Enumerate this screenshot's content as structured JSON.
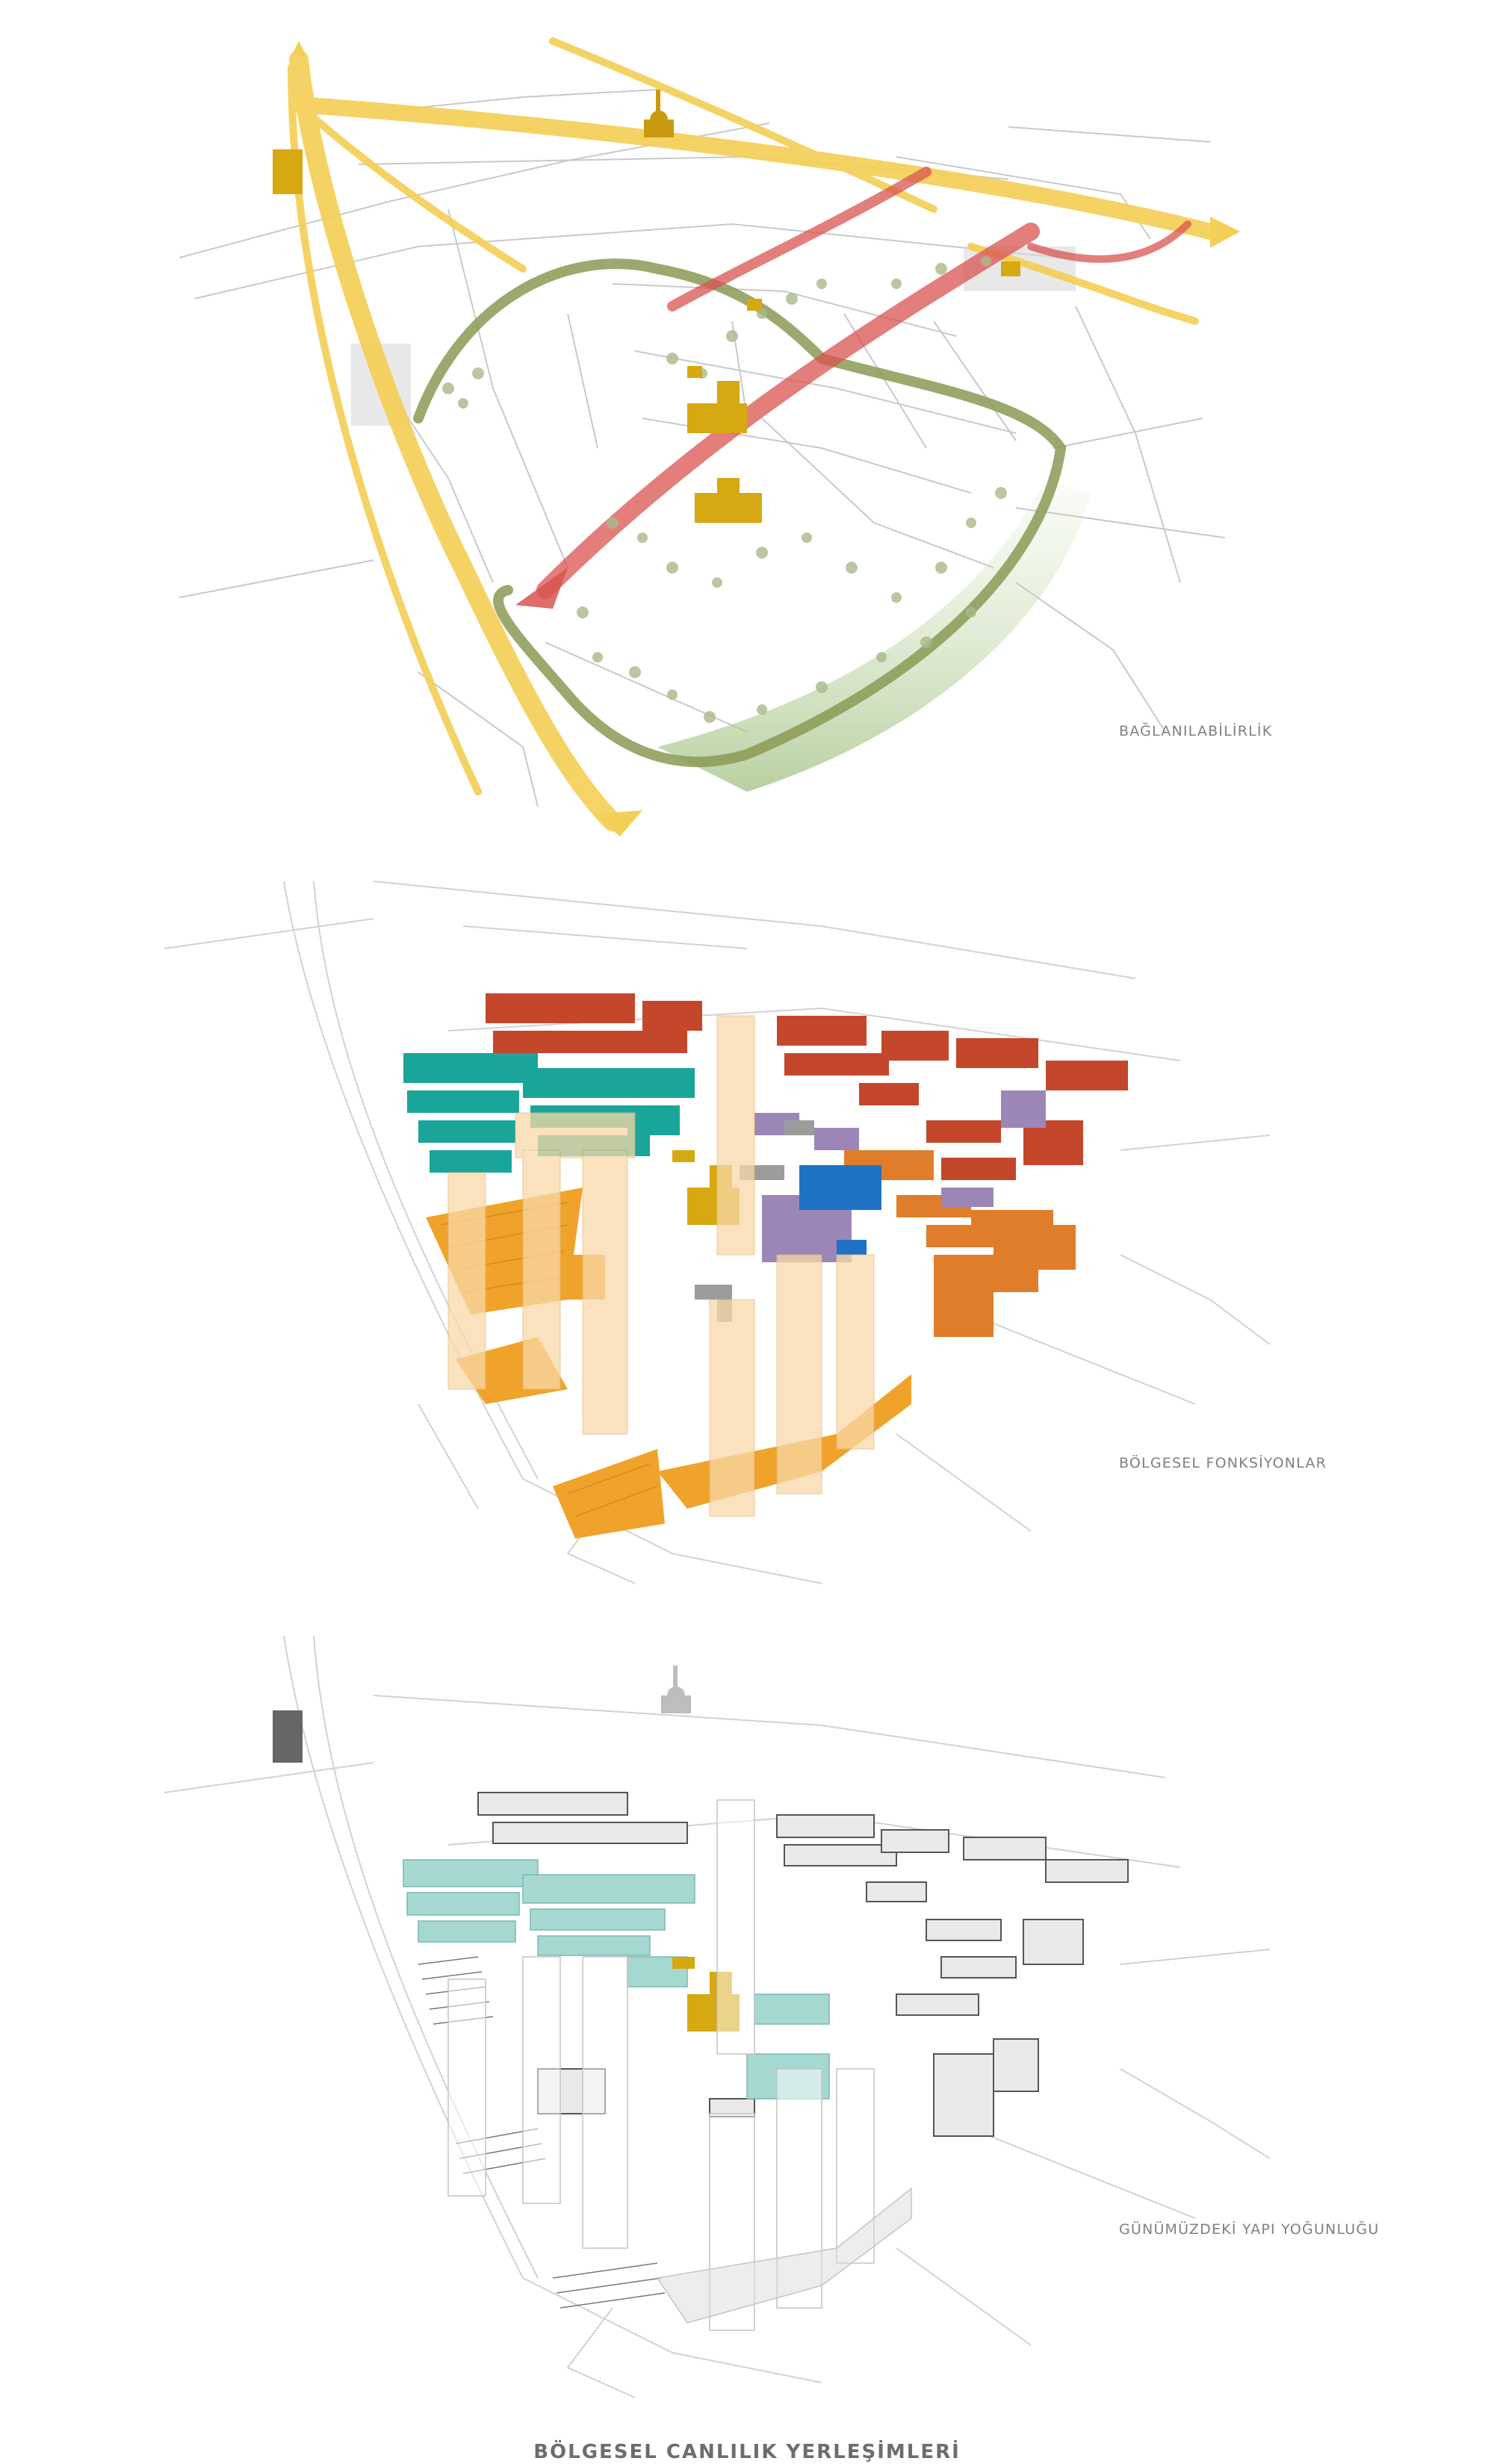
{
  "panels": [
    {
      "caption": "BAĞLANILABİLİRLİK"
    },
    {
      "caption": "BÖLGESEL FONKSİYONLAR"
    },
    {
      "caption": "GÜNÜMÜZDEKİ YAPI YOĞUNLUĞU"
    }
  ],
  "title": "BÖLGESEL CANLILIK YERLEŞİMLERİ",
  "colors": {
    "yellow_route": "#f4cf57",
    "red_route": "#d9534f",
    "green_route": "#8a9a55",
    "landmark": "#d6a812",
    "residential_teal": "#1aa59a",
    "commercial_red": "#c4472c",
    "orange": "#e07d2a",
    "purple": "#9b86b7",
    "blue": "#1f72c6",
    "amber": "#f0a32a",
    "tower_beige": "#f8d9a8",
    "grey_block": "#9c9c9c",
    "existing_teal": "#a6d8d2"
  },
  "icons": [
    "mosque-icon",
    "building-icon",
    "tree-icon"
  ]
}
